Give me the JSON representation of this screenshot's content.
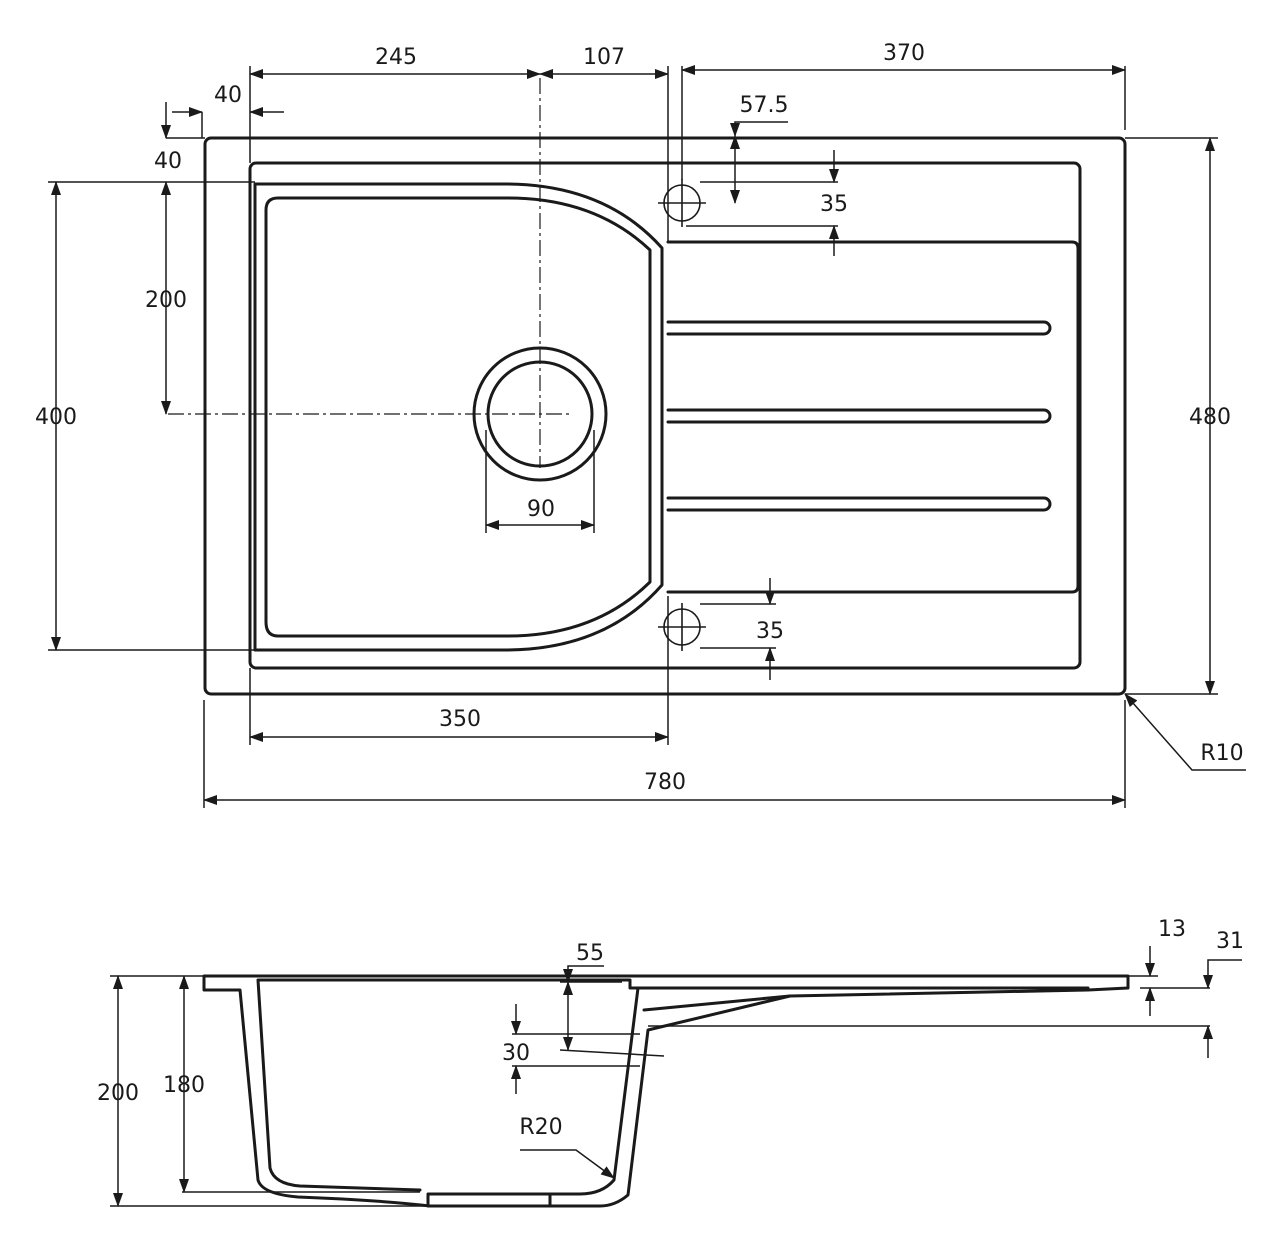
{
  "top_view": {
    "dimensions": {
      "d245": "245",
      "d107": "107",
      "d370": "370",
      "d40_horizontal": "40",
      "d40_vertical": "40",
      "d57_5": "57.5",
      "d35_top": "35",
      "d200": "200",
      "d400": "400",
      "d480": "480",
      "d90": "90",
      "d35_bottom": "35",
      "d350": "350",
      "d780": "780",
      "r10": "R10"
    }
  },
  "side_view": {
    "dimensions": {
      "d55": "55",
      "d13": "13",
      "d31": "31",
      "d30": "30",
      "r20": "R20",
      "d200": "200",
      "d180": "180"
    }
  }
}
